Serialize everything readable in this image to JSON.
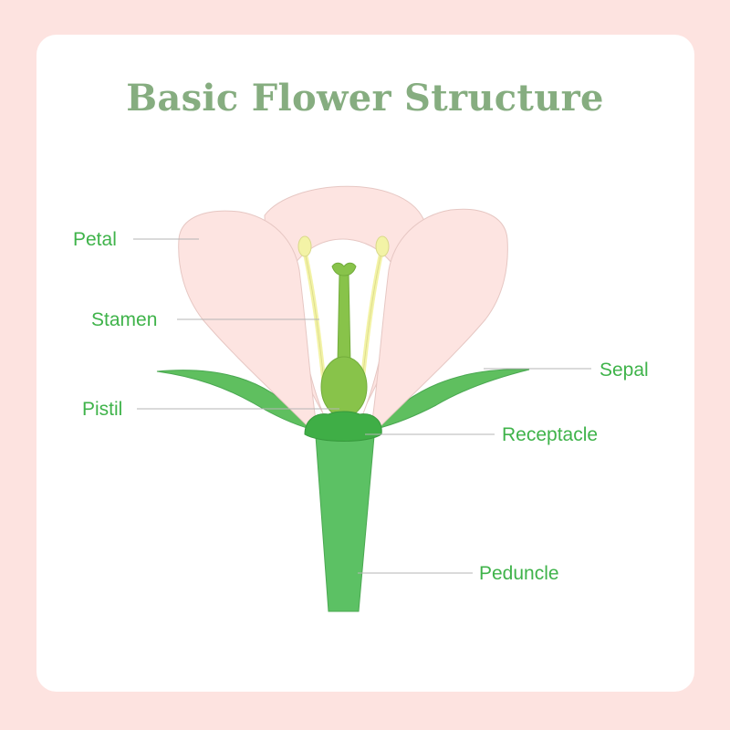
{
  "title": "Basic Flower Structure",
  "labels": {
    "petal": "Petal",
    "stamen": "Stamen",
    "pistil": "Pistil",
    "sepal": "Sepal",
    "receptacle": "Receptacle",
    "peduncle": "Peduncle"
  },
  "colors": {
    "background": "#fde3e0",
    "card": "#ffffff",
    "title": "#86ad80",
    "label": "#3fb34a",
    "leader_line": "#b5b5b5",
    "petal": "#fde4e1",
    "petal_outline": "#e6c7c3",
    "sepal": "#5fbf5f",
    "stem": "#5cc164",
    "receptacle": "#3fae46",
    "pistil": "#88c34a",
    "stamen": "#f3f3a6"
  }
}
